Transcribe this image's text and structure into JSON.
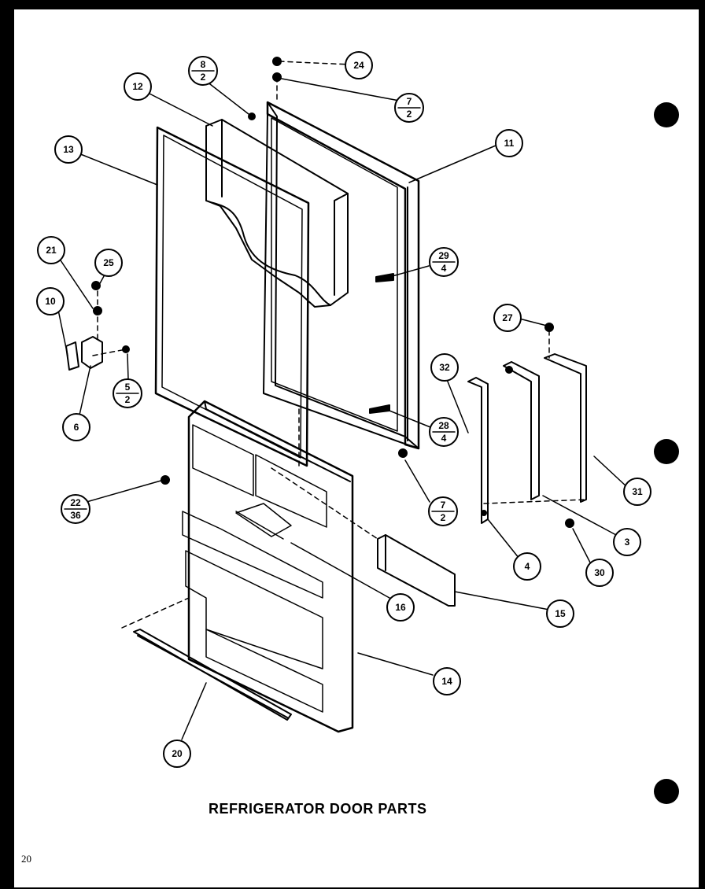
{
  "caption": "REFRIGERATOR DOOR PARTS",
  "page_number": "20",
  "callouts": {
    "c12": "12",
    "c13": "13",
    "c24": "24",
    "c11": "11",
    "c21": "21",
    "c25": "25",
    "c10": "10",
    "c6": "6",
    "c27": "27",
    "c32": "32",
    "c31": "31",
    "c3": "3",
    "c4": "4",
    "c30": "30",
    "c15": "15",
    "c16": "16",
    "c14": "14",
    "c20": "20"
  },
  "fraction_callouts": {
    "f8_2": {
      "top": "8",
      "bottom": "2"
    },
    "f7_2a": {
      "top": "7",
      "bottom": "2"
    },
    "f29_4": {
      "top": "29",
      "bottom": "4"
    },
    "f5_2": {
      "top": "5",
      "bottom": "2"
    },
    "f28_4": {
      "top": "28",
      "bottom": "4"
    },
    "f7_2b": {
      "top": "7",
      "bottom": "2"
    },
    "f22_36": {
      "top": "22",
      "bottom": "36"
    }
  }
}
